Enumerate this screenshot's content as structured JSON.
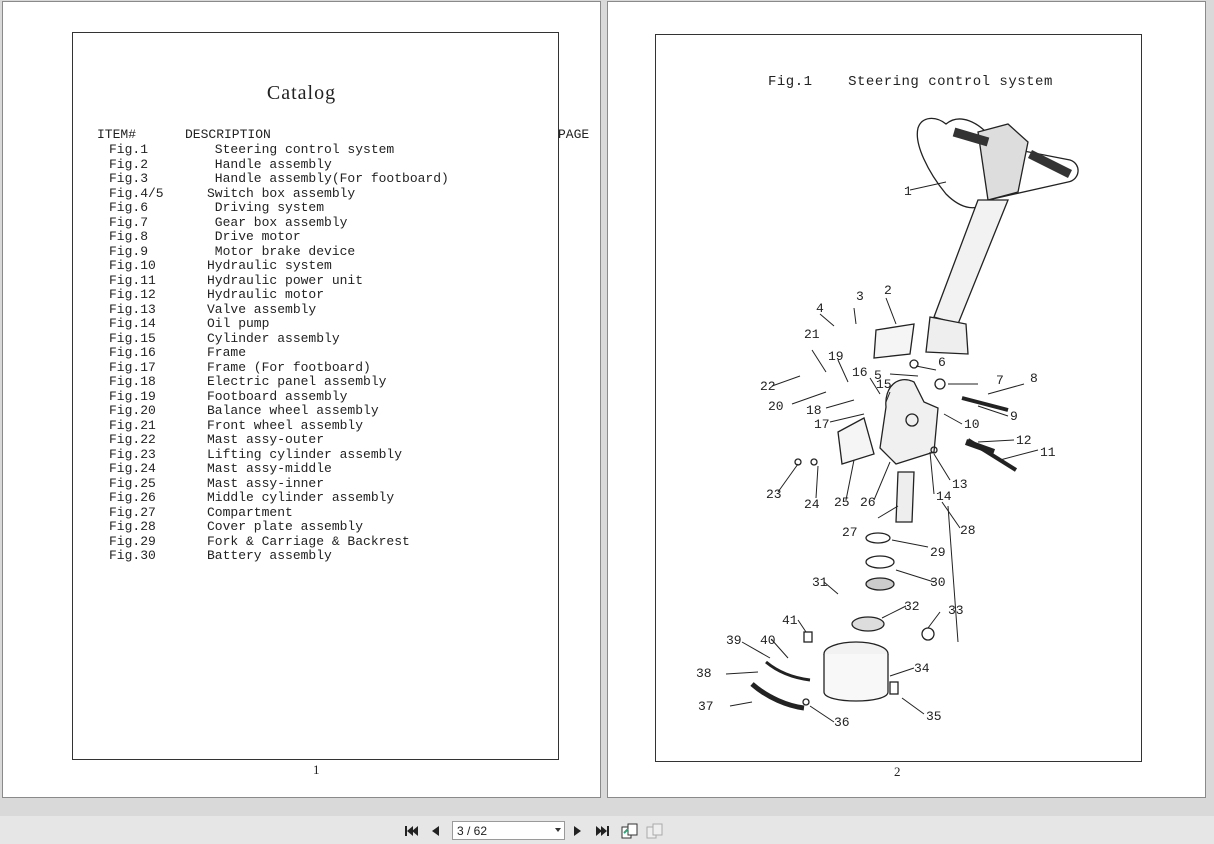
{
  "left_page": {
    "title": "Catalog",
    "header_item": "ITEM#",
    "header_description": "DESCRIPTION",
    "header_page": "PAGE",
    "entries": [
      {
        "fig": "Fig.1",
        "desc": " Steering control system"
      },
      {
        "fig": "Fig.2",
        "desc": " Handle assembly"
      },
      {
        "fig": "Fig.3",
        "desc": " Handle assembly(For footboard)"
      },
      {
        "fig": "Fig.4/5",
        "desc": "Switch box assembly"
      },
      {
        "fig": "Fig.6",
        "desc": " Driving system"
      },
      {
        "fig": "Fig.7",
        "desc": " Gear box assembly"
      },
      {
        "fig": "Fig.8",
        "desc": " Drive motor"
      },
      {
        "fig": "Fig.9",
        "desc": " Motor brake device"
      },
      {
        "fig": "Fig.10",
        "desc": "Hydraulic system"
      },
      {
        "fig": "Fig.11",
        "desc": "Hydraulic power unit"
      },
      {
        "fig": "Fig.12",
        "desc": "Hydraulic motor"
      },
      {
        "fig": "Fig.13",
        "desc": "Valve assembly"
      },
      {
        "fig": "Fig.14",
        "desc": "Oil pump"
      },
      {
        "fig": "Fig.15",
        "desc": "Cylinder assembly"
      },
      {
        "fig": "Fig.16",
        "desc": "Frame"
      },
      {
        "fig": "Fig.17",
        "desc": "Frame (For footboard)"
      },
      {
        "fig": "Fig.18",
        "desc": "Electric panel assembly"
      },
      {
        "fig": "Fig.19",
        "desc": "Footboard assembly"
      },
      {
        "fig": "Fig.20",
        "desc": "Balance wheel assembly"
      },
      {
        "fig": "Fig.21",
        "desc": "Front wheel assembly"
      },
      {
        "fig": "Fig.22",
        "desc": "Mast assy-outer"
      },
      {
        "fig": "Fig.23",
        "desc": "Lifting cylinder assembly"
      },
      {
        "fig": "Fig.24",
        "desc": "Mast assy-middle"
      },
      {
        "fig": "Fig.25",
        "desc": "Mast assy-inner"
      },
      {
        "fig": "Fig.26",
        "desc": "Middle cylinder assembly"
      },
      {
        "fig": "Fig.27",
        "desc": "Compartment"
      },
      {
        "fig": "Fig.28",
        "desc": "Cover plate assembly"
      },
      {
        "fig": "Fig.29",
        "desc": "Fork & Carriage & Backrest"
      },
      {
        "fig": "Fig.30",
        "desc": "Battery assembly"
      }
    ],
    "page_number": "1"
  },
  "right_page": {
    "figure_title": "Fig.1    Steering control system",
    "page_number": "2",
    "part_labels": [
      "1",
      "2",
      "3",
      "4",
      "5",
      "6",
      "7",
      "8",
      "9",
      "10",
      "11",
      "12",
      "13",
      "14",
      "15",
      "16",
      "17",
      "18",
      "19",
      "20",
      "21",
      "22",
      "23",
      "24",
      "25",
      "26",
      "27",
      "28",
      "29",
      "30",
      "31",
      "32",
      "33",
      "34",
      "35",
      "36",
      "37",
      "38",
      "39",
      "40",
      "41"
    ]
  },
  "toolbar": {
    "page_indicator": "3 / 62",
    "icons": [
      "first-page-icon",
      "previous-page-icon",
      "next-page-icon",
      "last-page-icon",
      "single-page-view-icon",
      "two-page-view-icon"
    ]
  }
}
